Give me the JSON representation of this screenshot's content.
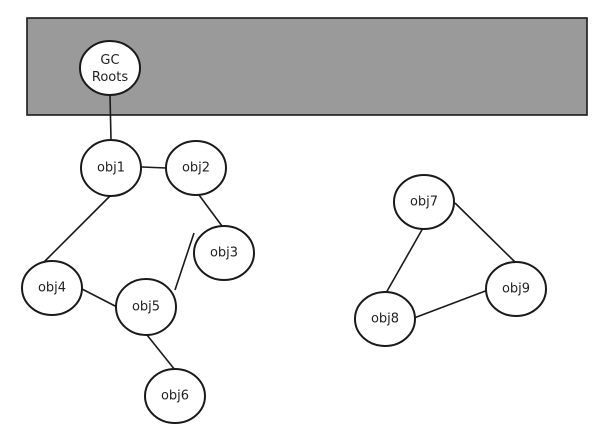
{
  "diagram": {
    "nodes": [
      {
        "id": "gc",
        "label": "GC",
        "label_line2": "Roots"
      },
      {
        "id": "obj1",
        "label": "obj1"
      },
      {
        "id": "obj2",
        "label": "obj2"
      },
      {
        "id": "obj3",
        "label": "obj3"
      },
      {
        "id": "obj4",
        "label": "obj4"
      },
      {
        "id": "obj5",
        "label": "obj5"
      },
      {
        "id": "obj6",
        "label": "obj6"
      },
      {
        "id": "obj7",
        "label": "obj7"
      },
      {
        "id": "obj8",
        "label": "obj8"
      },
      {
        "id": "obj9",
        "label": "obj9"
      }
    ],
    "edges": [
      {
        "from": "gc",
        "to": "obj1"
      },
      {
        "from": "obj1",
        "to": "obj2"
      },
      {
        "from": "obj2",
        "to": "obj3"
      },
      {
        "from": "obj1",
        "to": "obj4"
      },
      {
        "from": "obj4",
        "to": "obj5"
      },
      {
        "from": "obj3",
        "to": "obj5"
      },
      {
        "from": "obj5",
        "to": "obj6"
      },
      {
        "from": "obj7",
        "to": "obj8"
      },
      {
        "from": "obj7",
        "to": "obj9"
      },
      {
        "from": "obj8",
        "to": "obj9"
      }
    ],
    "colors": {
      "root_band": "#9a9a9a",
      "stroke": "#1a1a1a",
      "node_fill": "#ffffff"
    }
  }
}
